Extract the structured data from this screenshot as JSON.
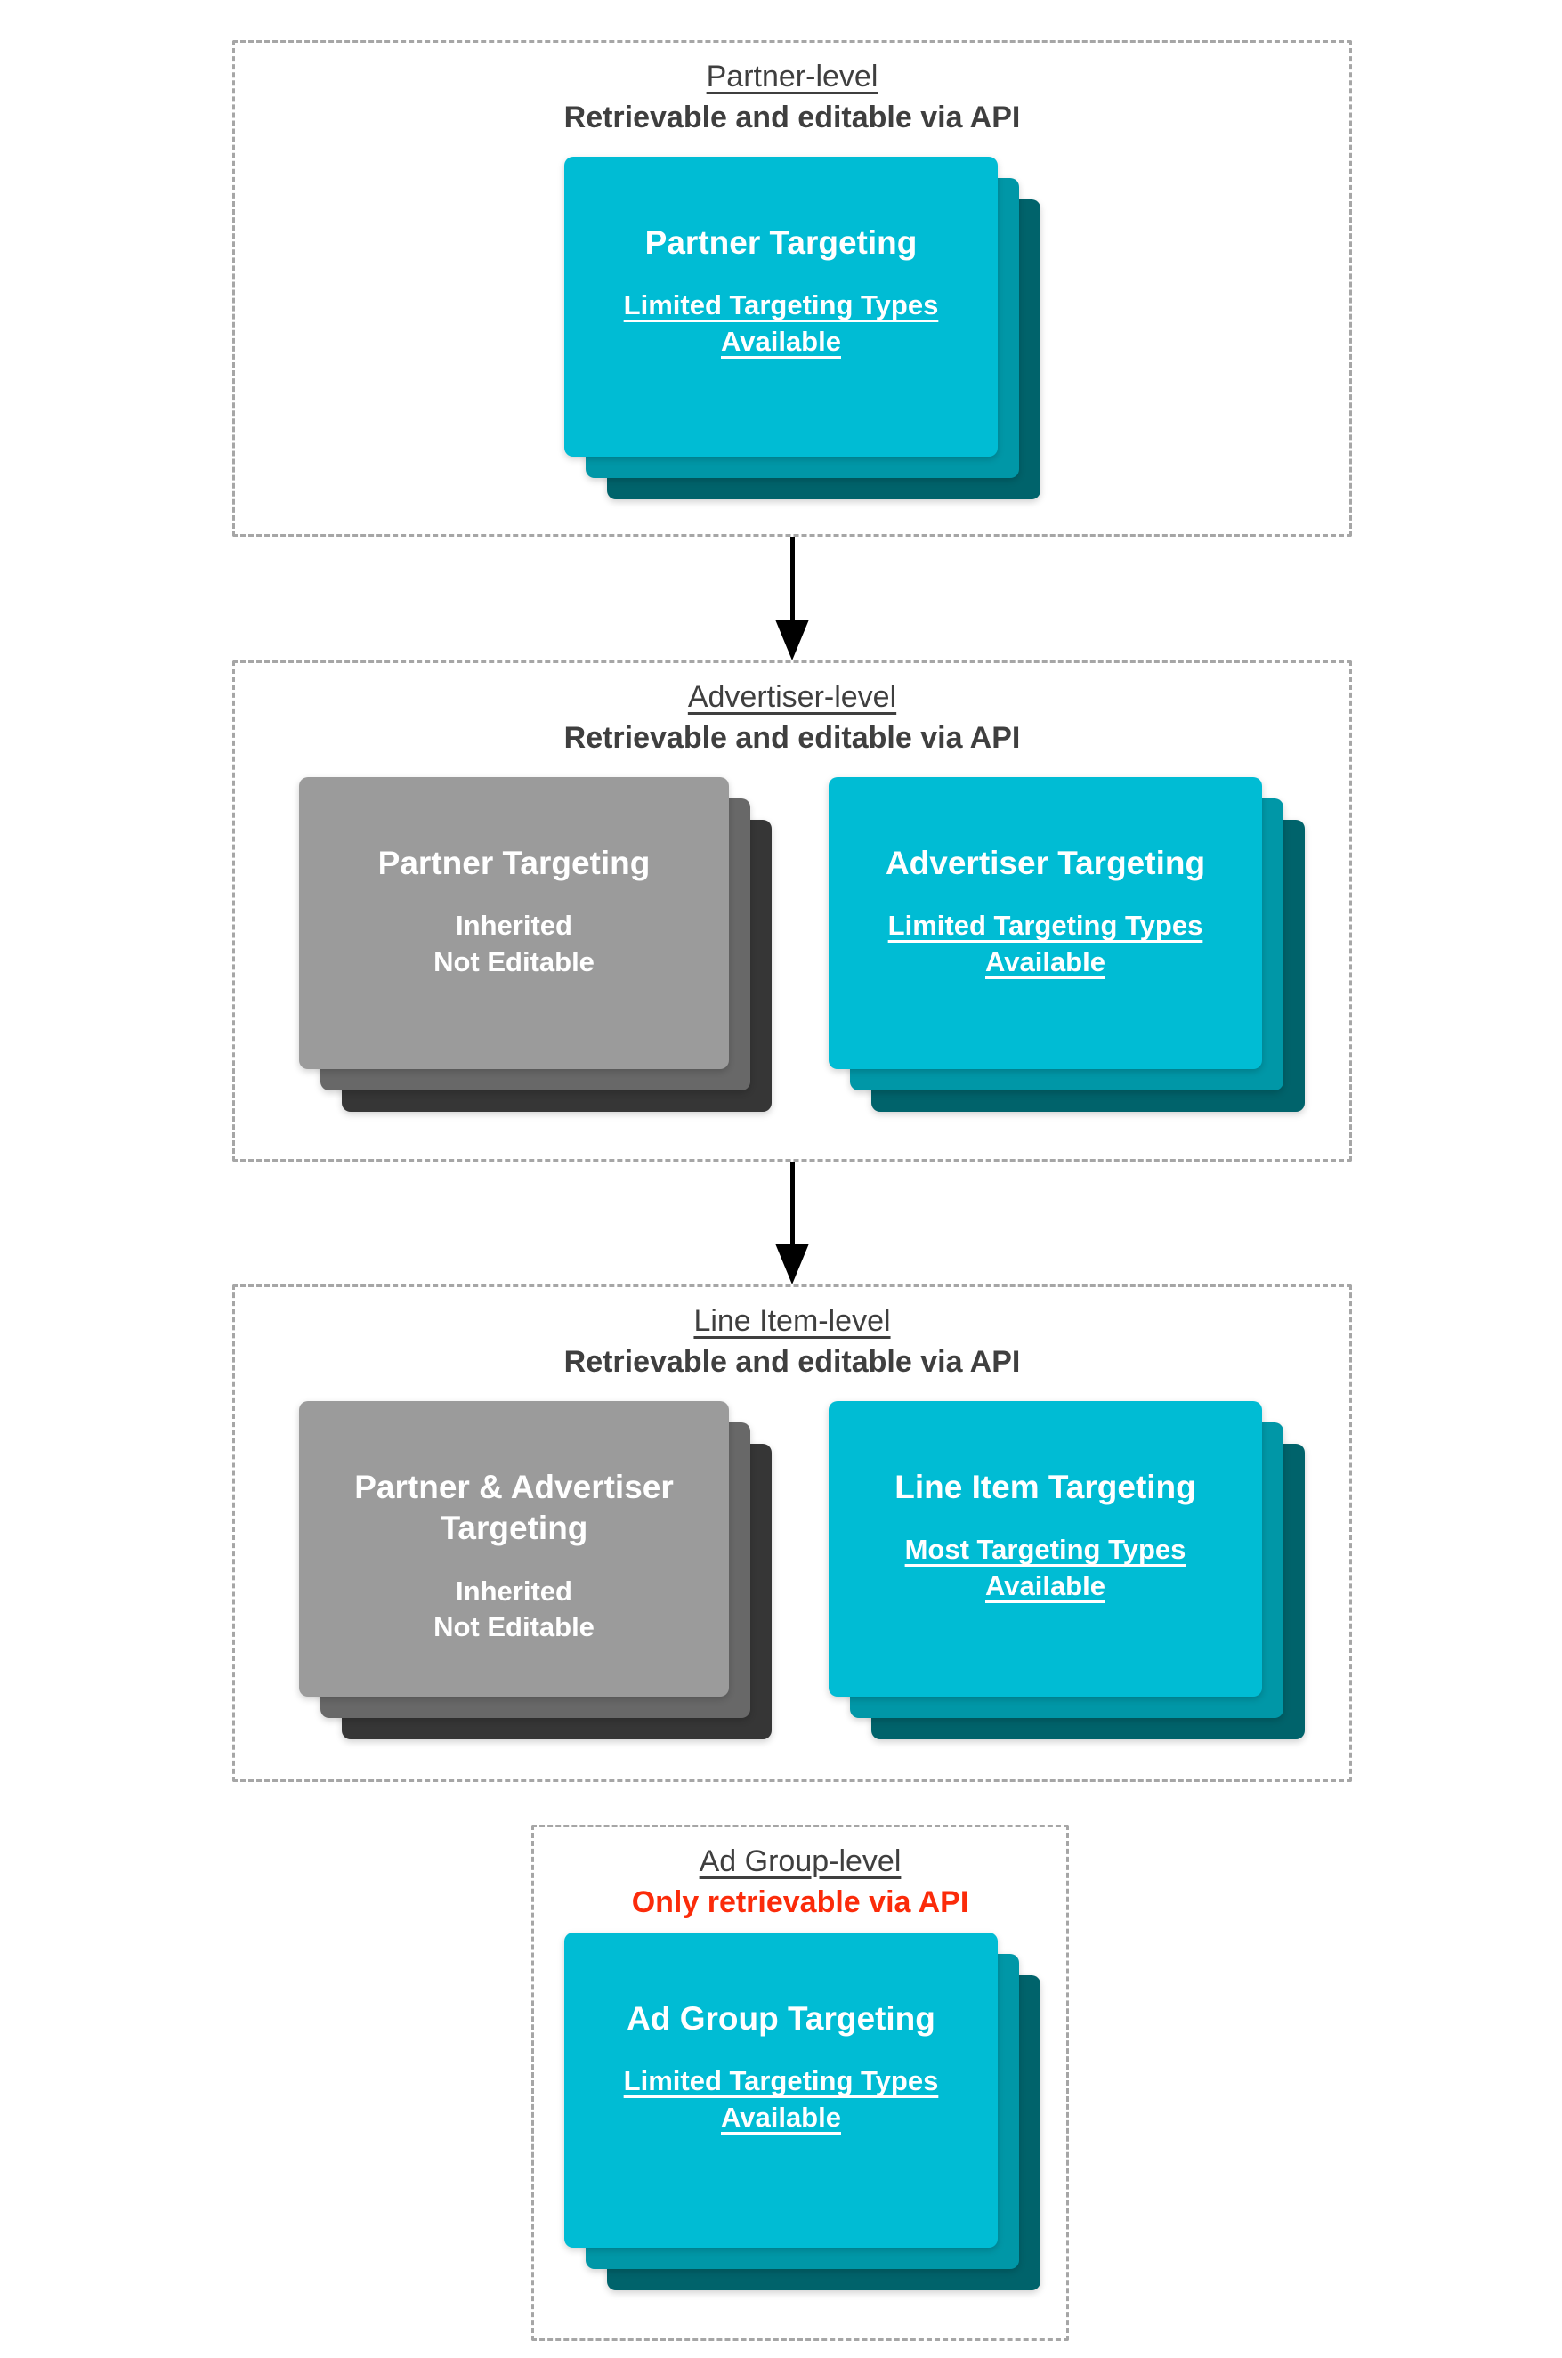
{
  "colors": {
    "card_cyan_front": "#00bcd4",
    "card_cyan_mid": "#0097a7",
    "card_cyan_back": "#00636b",
    "card_gray_front": "#9b9b9b",
    "card_gray_mid": "#686868",
    "card_gray_back": "#363636",
    "heading_text": "#3f3f3f",
    "alert_red": "#fb2b0a",
    "dashed_border": "#a6a6a6",
    "arrow": "#000000",
    "card_text": "#ffffff"
  },
  "icons": {
    "flow_arrow": "down-arrow"
  },
  "sections": [
    {
      "title": "Partner-level",
      "subtitle": "Retrievable and editable via API",
      "cards": [
        {
          "variant": "cyan",
          "title": "Partner Targeting",
          "lines": [
            "Limited Targeting Types",
            "Available"
          ]
        }
      ]
    },
    {
      "title": "Advertiser-level",
      "subtitle": "Retrievable and editable via API",
      "cards": [
        {
          "variant": "gray",
          "title": "Partner Targeting",
          "lines": [
            "Inherited",
            "Not Editable"
          ]
        },
        {
          "variant": "cyan",
          "title": "Advertiser Targeting",
          "lines": [
            "Limited Targeting Types",
            "Available"
          ]
        }
      ]
    },
    {
      "title": "Line Item-level",
      "subtitle": "Retrievable and editable via API",
      "cards": [
        {
          "variant": "gray",
          "title": "Partner & Advertiser Targeting",
          "lines": [
            "Inherited",
            "Not Editable"
          ]
        },
        {
          "variant": "cyan",
          "title": "Line Item Targeting",
          "lines": [
            "Most Targeting Types",
            "Available"
          ]
        }
      ]
    },
    {
      "title": "Ad Group-level",
      "subtitle": "Only retrievable via API",
      "cards": [
        {
          "variant": "cyan",
          "title": "Ad Group Targeting",
          "lines": [
            "Limited Targeting Types",
            "Available"
          ]
        }
      ]
    }
  ]
}
